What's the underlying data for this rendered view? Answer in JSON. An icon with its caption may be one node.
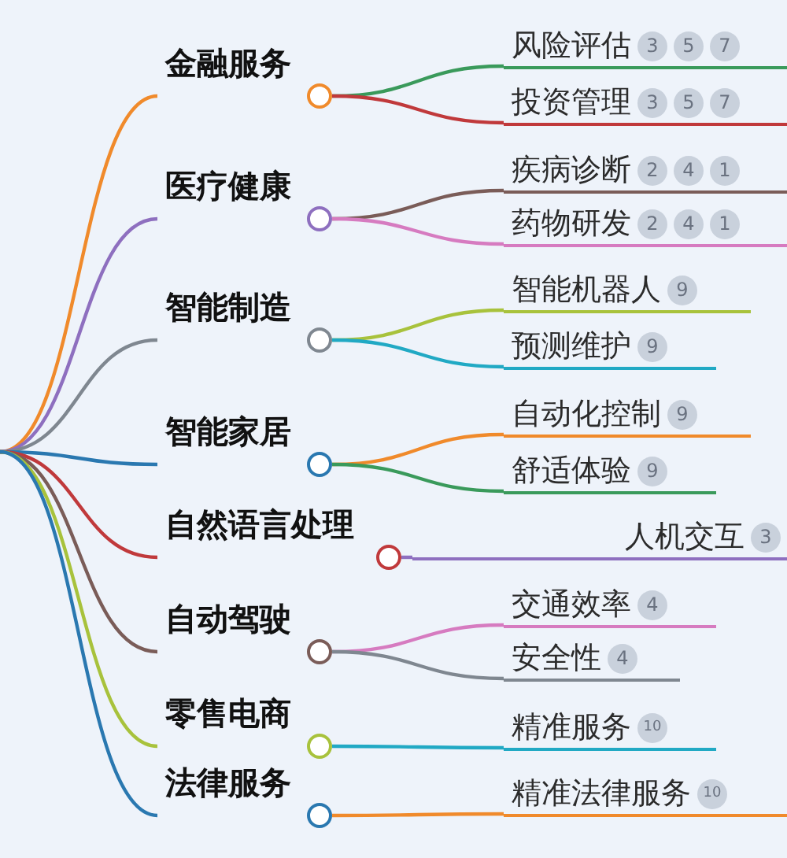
{
  "diagram": {
    "nodes": [
      {
        "text": [
          "金融服务"
        ]
      },
      {
        "text": [
          "风险评估",
          "3",
          "5",
          "7"
        ]
      },
      {
        "text": [
          "投资管理",
          "3",
          "5",
          "7"
        ]
      },
      {
        "text": [
          "医疗健康"
        ]
      },
      {
        "text": [
          "疾病诊断",
          "2",
          "4",
          "1"
        ]
      },
      {
        "text": [
          "药物研发",
          "2",
          "4",
          "1"
        ]
      },
      {
        "text": [
          "智能制造"
        ]
      },
      {
        "text": [
          "智能机器人",
          "9"
        ]
      },
      {
        "text": [
          "预测维护",
          "9"
        ]
      },
      {
        "text": [
          "智能家居"
        ]
      },
      {
        "text": [
          "自动化控制",
          "9"
        ]
      },
      {
        "text": [
          "舒适体验",
          "9"
        ]
      },
      {
        "text": [
          "自然语言处理"
        ]
      },
      {
        "text": [
          "人机交互",
          "3"
        ]
      },
      {
        "text": [
          "自动驾驶"
        ]
      },
      {
        "text": [
          "交通效率",
          "4"
        ]
      },
      {
        "text": [
          "安全性",
          "4"
        ]
      },
      {
        "text": [
          "零售电商"
        ]
      },
      {
        "text": [
          "精准服务",
          "10"
        ]
      },
      {
        "text": [
          "法律服务"
        ]
      },
      {
        "text": [
          "精准法律服务",
          "10"
        ]
      }
    ],
    "edges": [
      {
        "from": null,
        "to": 0,
        "arrow": "none",
        "color": "#f08a2b"
      },
      {
        "from": null,
        "to": 3,
        "arrow": "none",
        "color": "#8e6fbf"
      },
      {
        "from": null,
        "to": 6,
        "arrow": "none",
        "color": "#7f8790"
      },
      {
        "from": null,
        "to": 9,
        "arrow": "none",
        "color": "#2a78b0"
      },
      {
        "from": null,
        "to": 12,
        "arrow": "none",
        "color": "#c0393b"
      },
      {
        "from": null,
        "to": 14,
        "arrow": "none",
        "color": "#7a5c58"
      },
      {
        "from": null,
        "to": 17,
        "arrow": "none",
        "color": "#a8c23c"
      },
      {
        "from": null,
        "to": 19,
        "arrow": "none",
        "color": "#2a78b0"
      },
      {
        "from": 0,
        "to": 1,
        "arrow": "none",
        "color": "#3a9a5b"
      },
      {
        "from": 0,
        "to": 2,
        "arrow": "none",
        "color": "#c0393b"
      },
      {
        "from": 3,
        "to": 4,
        "arrow": "none",
        "color": "#7a5c58"
      },
      {
        "from": 3,
        "to": 5,
        "arrow": "none",
        "color": "#d67bc0"
      },
      {
        "from": 6,
        "to": 7,
        "arrow": "none",
        "color": "#a8c23c"
      },
      {
        "from": 6,
        "to": 8,
        "arrow": "none",
        "color": "#21a9c4"
      },
      {
        "from": 9,
        "to": 10,
        "arrow": "none",
        "color": "#f08a2b"
      },
      {
        "from": 9,
        "to": 11,
        "arrow": "none",
        "color": "#3a9a5b"
      },
      {
        "from": 12,
        "to": 13,
        "arrow": "none",
        "color": "#8e6fbf"
      },
      {
        "from": 14,
        "to": 15,
        "arrow": "none",
        "color": "#d67bc0"
      },
      {
        "from": 14,
        "to": 16,
        "arrow": "none",
        "color": "#7f8790"
      },
      {
        "from": 17,
        "to": 18,
        "arrow": "none",
        "color": "#21a9c4"
      },
      {
        "from": 19,
        "to": 20,
        "arrow": "none",
        "color": "#f08a2b"
      }
    ]
  }
}
